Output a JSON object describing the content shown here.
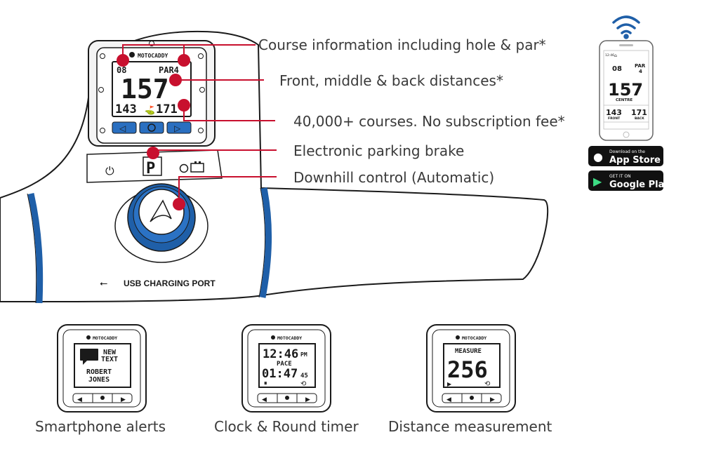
{
  "main_unit": {
    "brand": "MOTOCADDY",
    "screen": {
      "hole": "08",
      "par": "PAR4",
      "centre": "157",
      "front": "143",
      "back": "171"
    },
    "parking_symbol": "P",
    "usb_label": "USB CHARGING PORT"
  },
  "callouts": [
    "Course information including hole & par*",
    "Front, middle & back distances*",
    "40,000+ courses. No subscription fee*",
    "Electronic parking brake",
    "Downhill control (Automatic)"
  ],
  "phone": {
    "status": "12:46",
    "hole": "08",
    "par_label": "PAR",
    "par": "4",
    "centre": "157",
    "centre_label": "CENTRE",
    "front": "143",
    "front_label": "FRONT",
    "back": "171",
    "back_label": "BACK",
    "app_store_small": "Download on the",
    "app_store": "App Store",
    "google_small": "GET IT ON",
    "google": "Google Play"
  },
  "modes": [
    {
      "caption": "Smartphone alerts",
      "brand": "MOTOCADDY",
      "line1": "NEW",
      "line2": "TEXT",
      "line3": "ROBERT",
      "line4": "JONES"
    },
    {
      "caption": "Clock & Round timer",
      "brand": "MOTOCADDY",
      "time": "12:46",
      "time_suffix": "PM",
      "pace": "PACE",
      "timer": "01:47",
      "timer_suffix": "45"
    },
    {
      "caption": "Distance measurement",
      "brand": "MOTOCADDY",
      "label": "MEASURE",
      "value": "256"
    }
  ],
  "colors": {
    "accent_red": "#c8102e",
    "blue": "#1f5fa8",
    "ink": "#1a1a1a"
  }
}
